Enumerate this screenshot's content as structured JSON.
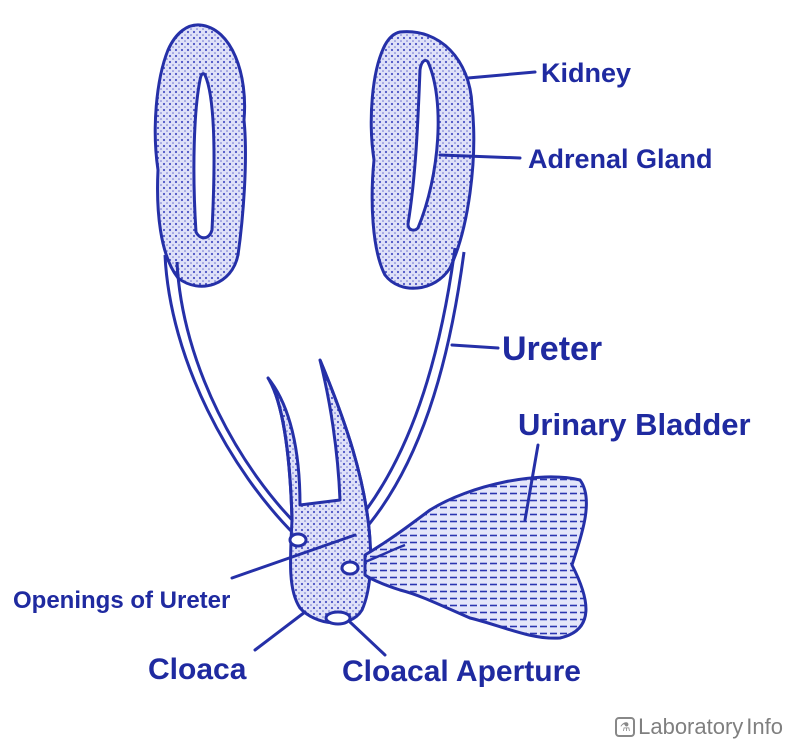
{
  "labels": {
    "kidney": "Kidney",
    "adrenal_gland": "Adrenal Gland",
    "ureter": "Ureter",
    "urinary_bladder": "Urinary Bladder",
    "openings_of_ureter": "Openings of Ureter",
    "cloaca": "Cloaca",
    "cloacal_aperture": "Cloacal Aperture"
  },
  "watermark": {
    "prefix": "Laboratory",
    "suffix": "Info"
  },
  "colors": {
    "ink": "#1f2aa0",
    "fill": "#c9ccf4",
    "watermark": "#7f7f7f"
  }
}
